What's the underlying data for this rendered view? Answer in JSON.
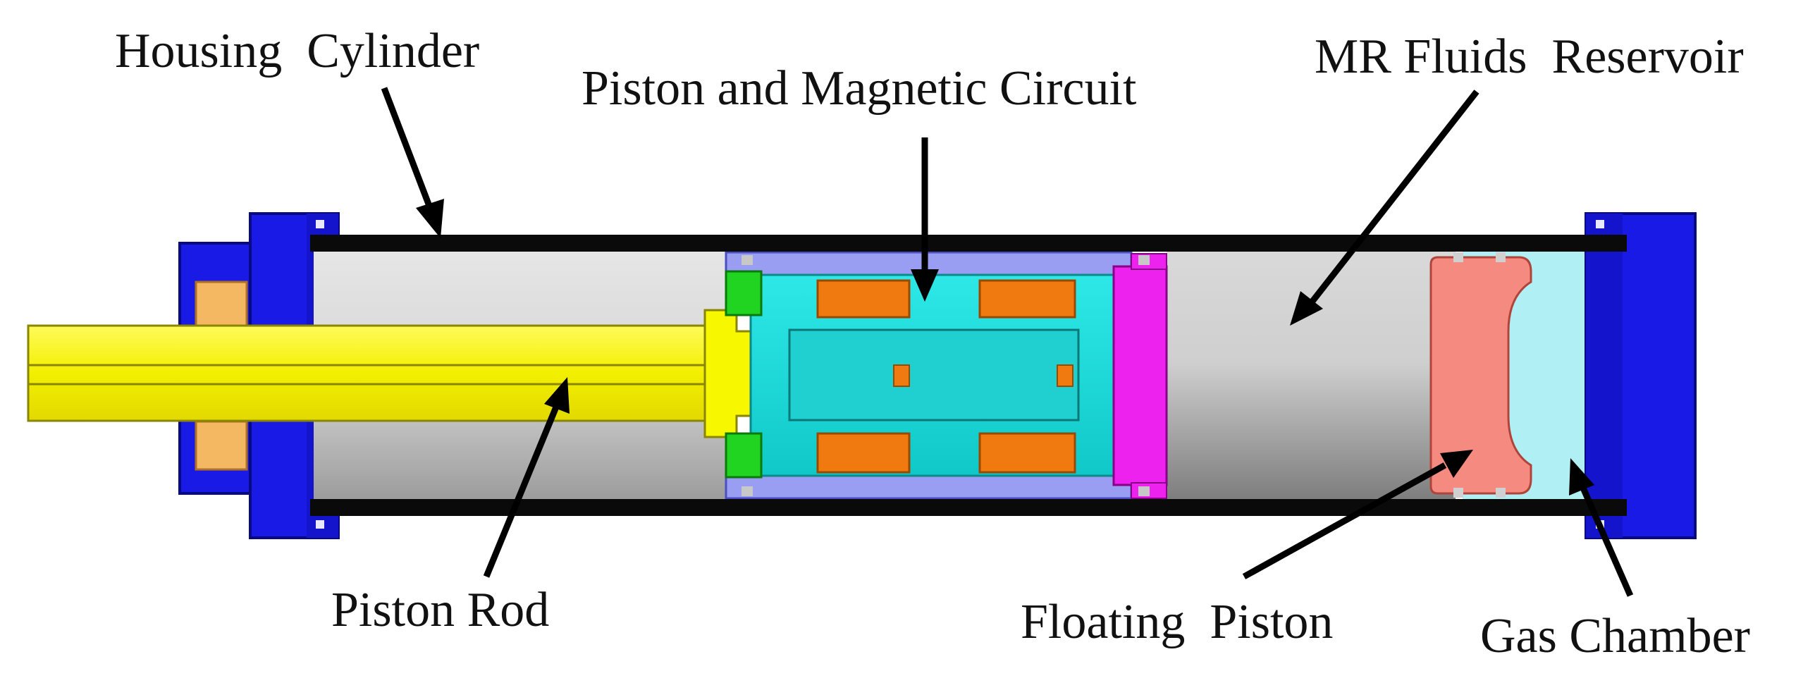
{
  "labels": {
    "housing_cylinder": "Housing  Cylinder",
    "piston_magnetic_circuit": "Piston and Magnetic Circuit",
    "mr_fluids_reservoir": "MR Fluids  Reservoir",
    "piston_rod": "Piston Rod",
    "floating_piston": "Floating  Piston",
    "gas_chamber": "Gas Chamber"
  },
  "colors": {
    "end_cap": "#1a1ae6",
    "cylinder_wall": "#0a0a0a",
    "fluid_gray": "#c9c9c9",
    "piston_rod": "#f7f700",
    "seal_orange": "#f4b862",
    "piston_core": "#18e6e6",
    "coil": "#f07a10",
    "magnetic_sleeve": "#9a9ef2",
    "piston_ring": "#ee22ee",
    "seal_green": "#22d422",
    "floating_piston": "#f58a80",
    "gas_chamber": "#b0f0f5"
  }
}
